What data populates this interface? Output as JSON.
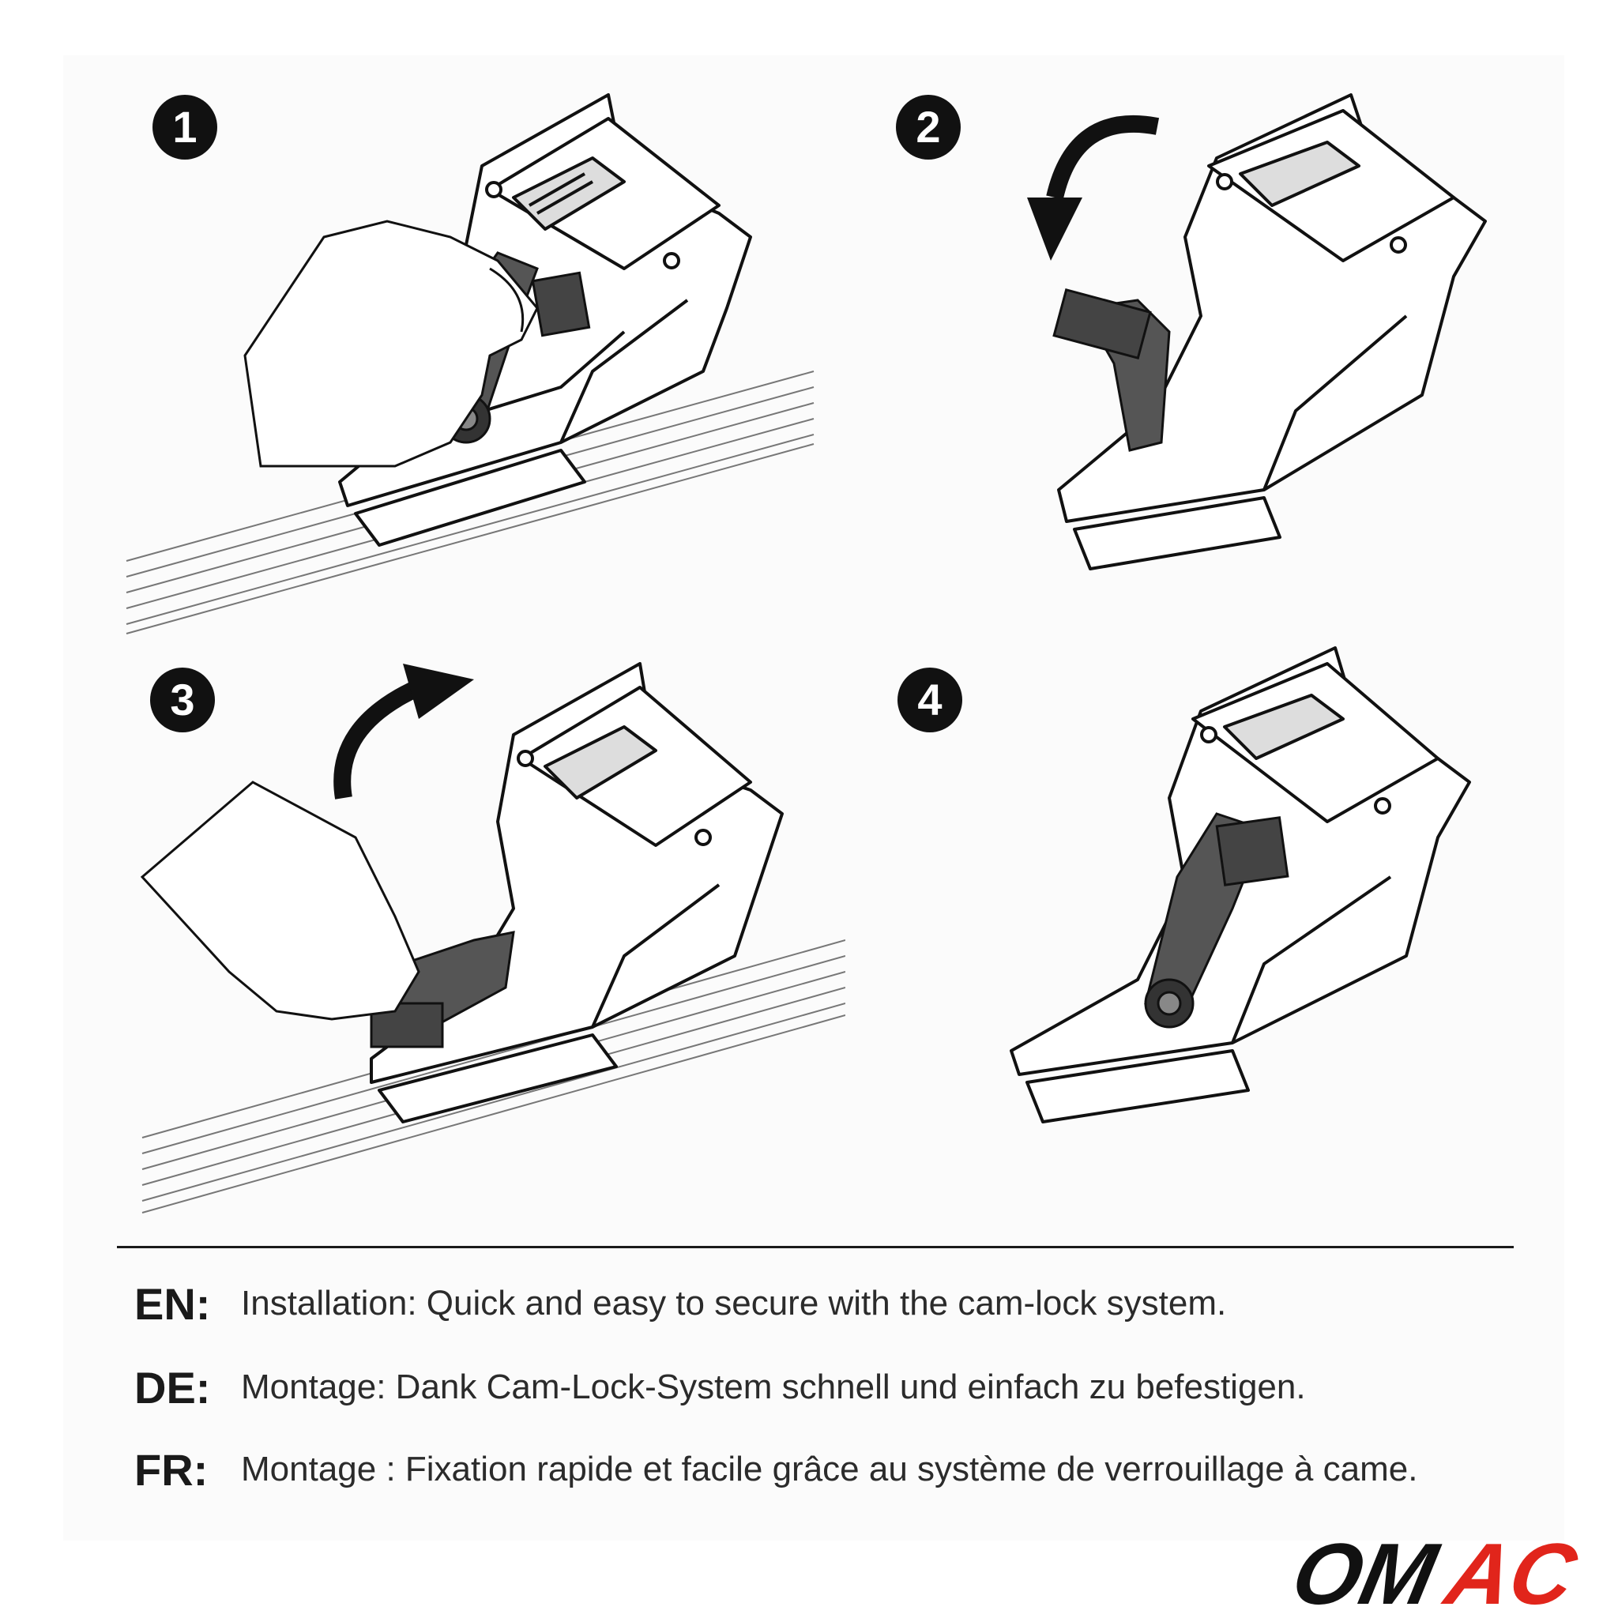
{
  "steps": [
    {
      "number": "1"
    },
    {
      "number": "2"
    },
    {
      "number": "3"
    },
    {
      "number": "4"
    }
  ],
  "instructions": [
    {
      "lang": "EN:",
      "text": "Installation: Quick and easy to secure with the cam-lock system."
    },
    {
      "lang": "DE:",
      "text": "Montage: Dank Cam-Lock-System schnell und einfach zu befestigen."
    },
    {
      "lang": "FR:",
      "text": "Montage : Fixation rapide et facile grâce au système de verrouillage à came."
    }
  ],
  "logo": {
    "dark_part": "OM",
    "red_part": "AC",
    "dark_color": "#111111",
    "red_color": "#e1251b"
  },
  "colors": {
    "lever": "#555555",
    "outline": "#111111",
    "hand": "#ffffff"
  }
}
